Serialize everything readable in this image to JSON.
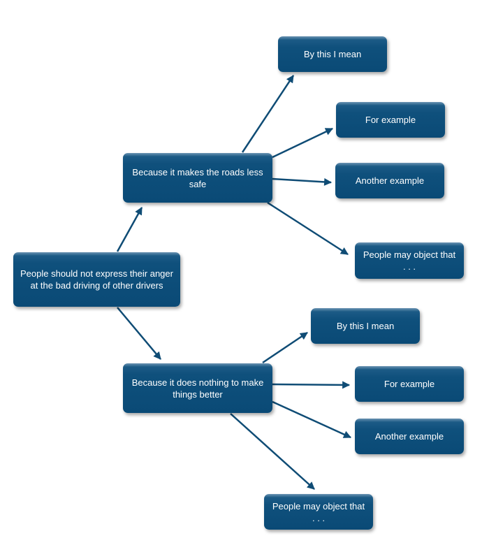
{
  "diagram": {
    "root": "People should not express their anger at the bad driving of other drivers",
    "branches": [
      {
        "reason": "Because it makes the roads less safe",
        "children": [
          "By this I mean",
          "For example",
          "Another example",
          "People may object that . . ."
        ]
      },
      {
        "reason": "Because it does nothing to make things better",
        "children": [
          "By this I mean",
          "For example",
          "Another example",
          "People may object that . . ."
        ]
      }
    ],
    "colors": {
      "box": "#0f507c",
      "arrow": "#0f4c75",
      "text": "#ffffff"
    }
  }
}
